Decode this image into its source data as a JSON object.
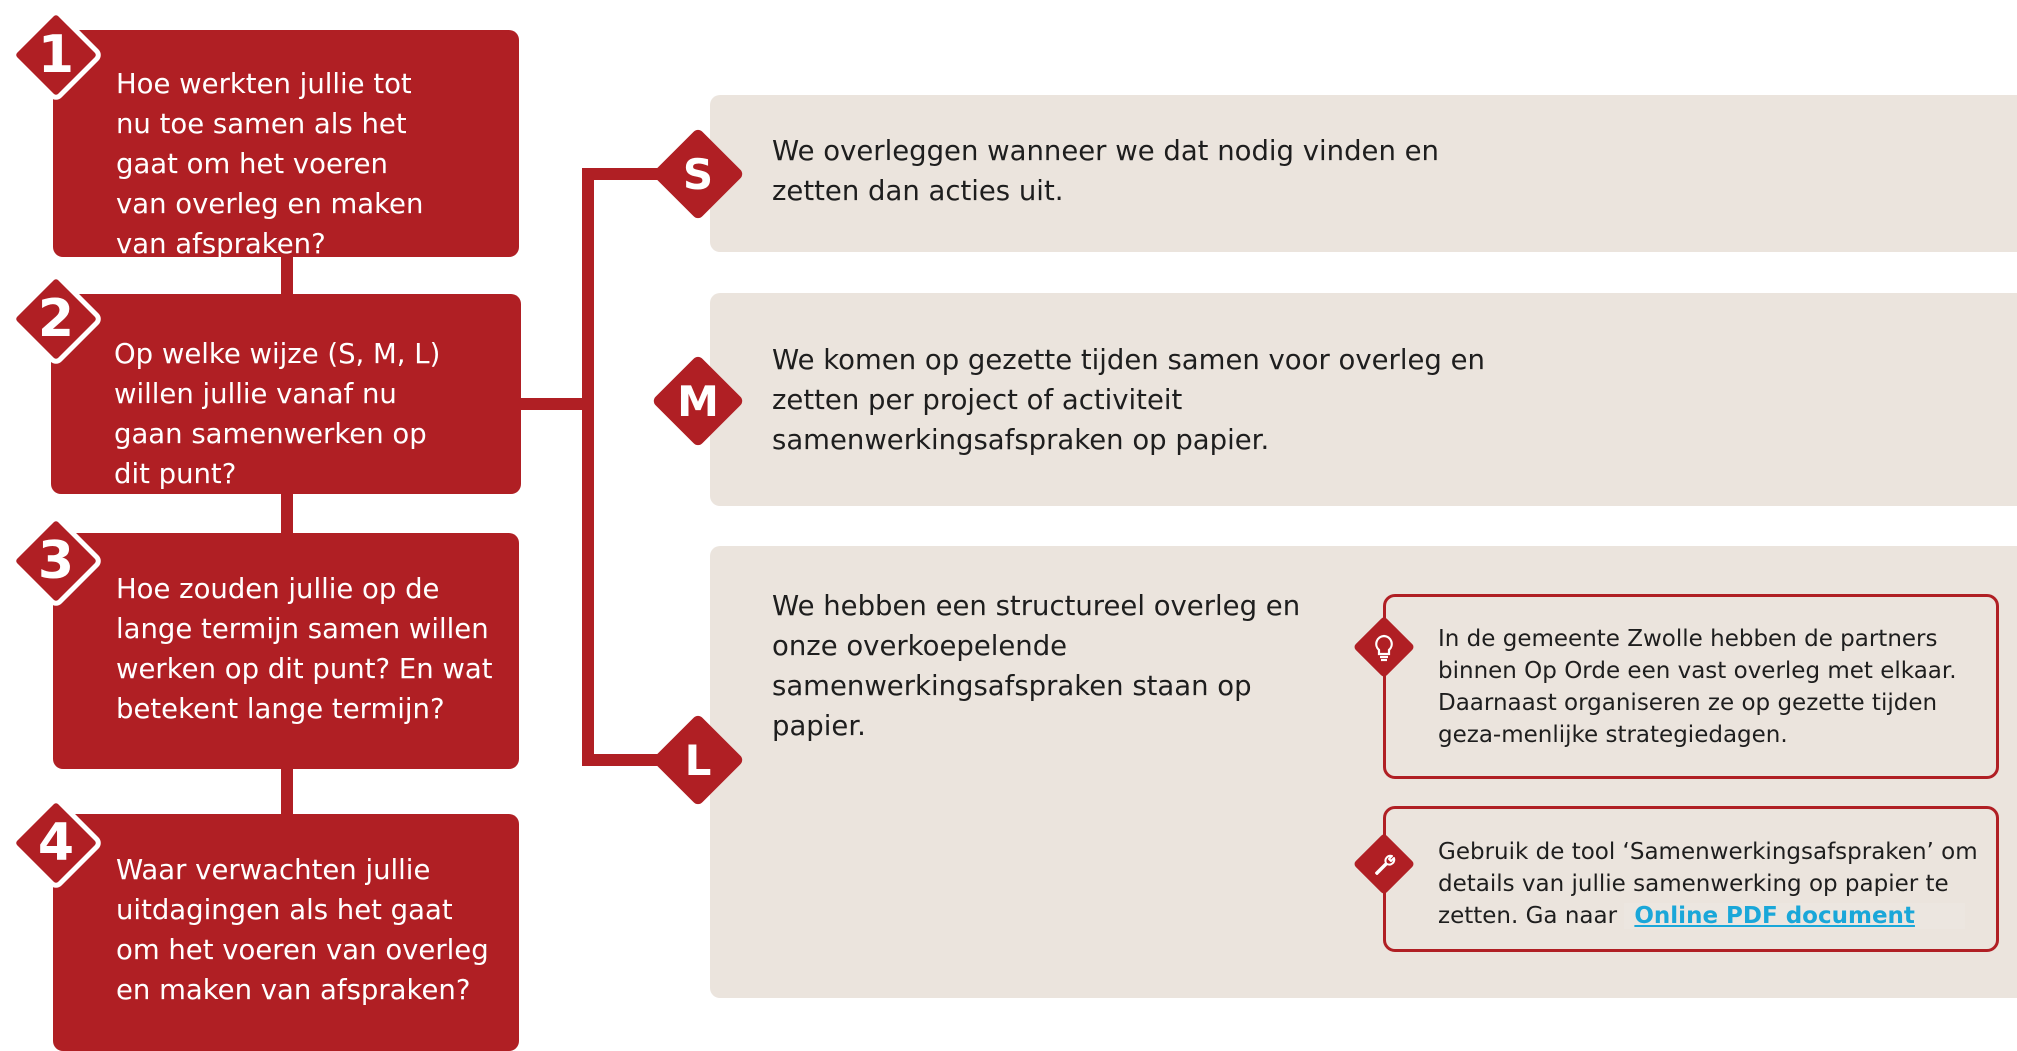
{
  "questions": [
    {
      "number": "1",
      "text": "Hoe werkten jullie tot nu toe samen als het gaat om het voeren van overleg en maken van afspraken?"
    },
    {
      "number": "2",
      "text": "Op welke wijze (S, M, L) willen jullie vanaf nu gaan samenwerken op dit punt?"
    },
    {
      "number": "3",
      "text": "Hoe zouden jullie op de lange termijn samen willen werken op dit punt? En wat betekent lange termijn?"
    },
    {
      "number": "4",
      "text": "Waar verwachten jullie uitdagingen als het gaat om het voeren van overleg en maken van afspraken?"
    }
  ],
  "options": {
    "s": {
      "letter": "S",
      "text": "We overleggen wanneer we dat nodig vinden en zetten dan acties uit."
    },
    "m": {
      "letter": "M",
      "text": "We komen op gezette tijden samen voor overleg en zetten per project of activiteit samenwerkingsafspraken op papier."
    },
    "l": {
      "letter": "L",
      "text": "We hebben een structureel overleg en onze overkoepelende samenwerkingsafspraken staan op papier."
    }
  },
  "tip": {
    "icon": "lightbulb-icon",
    "text": "In de gemeente Zwolle hebben de partners binnen Op Orde een vast overleg met elkaar. Daarnaast organiseren ze op gezette tijden geza-menlijke strategiedagen."
  },
  "tool": {
    "icon": "wrench-icon",
    "text": "Gebruik de tool ‘Samenwerkingsafspraken’ om details van jullie samenwerking op papier te zetten. Ga naar",
    "link_label": "Online PDF document"
  },
  "colors": {
    "accent": "#b01f24",
    "panel": "#ebe4dd",
    "link": "#1aa7d9"
  }
}
